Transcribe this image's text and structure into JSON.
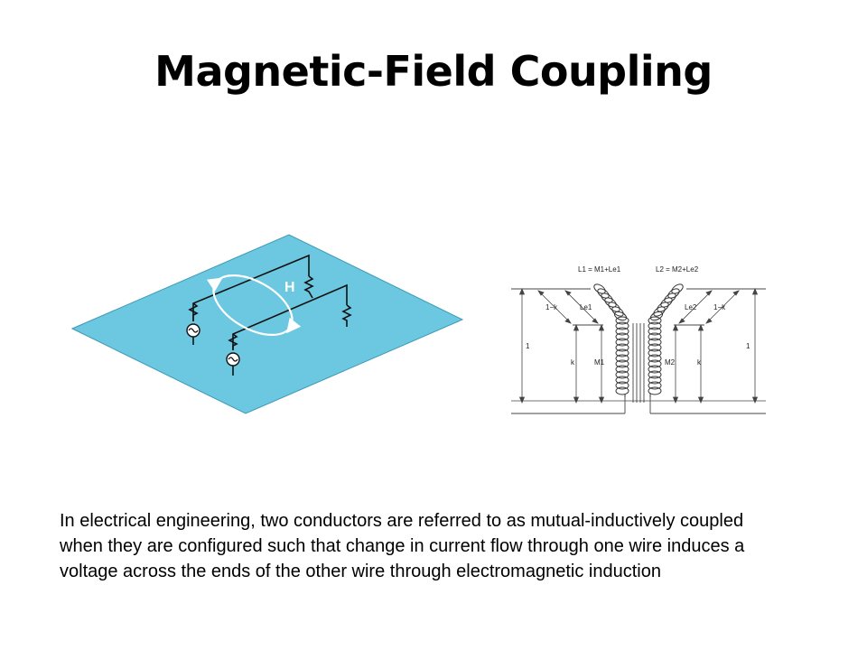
{
  "slide": {
    "title": "Magnetic-Field Coupling",
    "body": "In electrical engineering, two conductors are referred to as mutual-inductively coupled when they are configured such that change in current flow through one wire induces a voltage across the ends of the other wire through electromagnetic induction"
  },
  "left_figure": {
    "field_label": "H",
    "plane_color": "#6cc7e0"
  },
  "right_figure": {
    "top_labels": {
      "left": "L1 = M1+Le1",
      "right": "L2 = M2+Le2"
    },
    "left_labels": {
      "one_minus_k": "1−k",
      "leakage": "Le1",
      "one": "1",
      "k": "k",
      "mutual": "M1"
    },
    "right_labels": {
      "one_minus_k": "1−k",
      "leakage": "Le2",
      "one": "1",
      "k": "k",
      "mutual": "M2"
    }
  }
}
